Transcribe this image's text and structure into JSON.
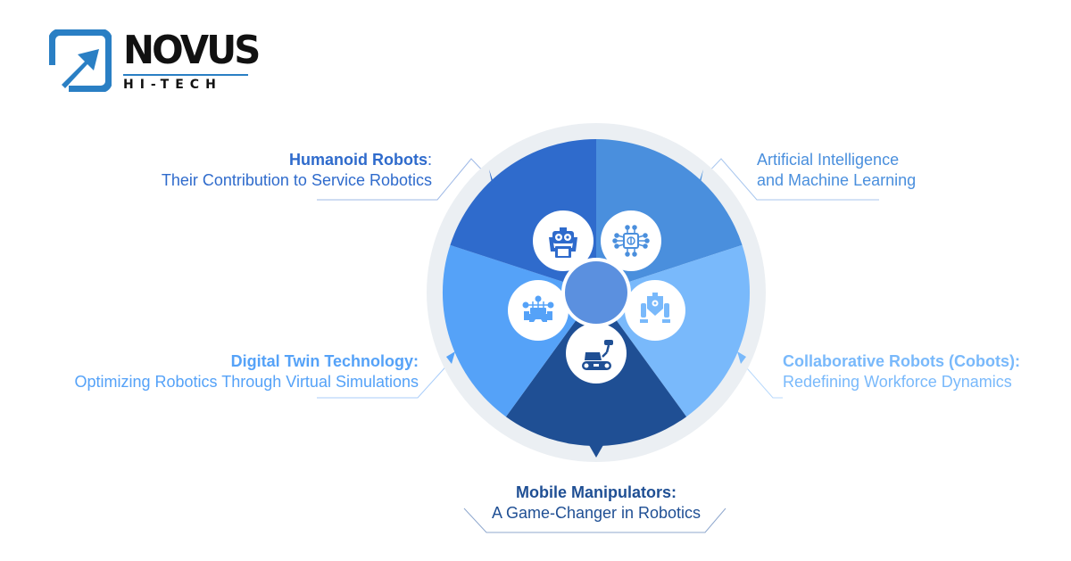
{
  "brand": {
    "name": "NOVUS",
    "tagline": "HI-TECH",
    "mark_color": "#2A7FC4"
  },
  "diagram": {
    "center_color": "#5B90DF",
    "ring_color": "#EBEFF3",
    "segments": [
      {
        "id": "humanoid",
        "title": "Humanoid Robots",
        "title_suffix": ":",
        "subtitle": "Their Contribution to Service Robotics",
        "color": "#2F6BCC",
        "icon": "humanoid-robot-icon"
      },
      {
        "id": "ai",
        "title": "Artificial Intelligence",
        "subtitle": "and Machine Learning",
        "color": "#4A8FDD",
        "icon": "ai-chip-brain-icon"
      },
      {
        "id": "cobots",
        "title": "Collaborative Robots (Cobots):",
        "subtitle": "Redefining Workforce Dynamics",
        "color": "#79B9FB",
        "icon": "cobot-icon"
      },
      {
        "id": "mobile",
        "title": "Mobile Manipulators:",
        "subtitle": "A Game-Changer in Robotics",
        "color": "#1F4F94",
        "icon": "mobile-manipulator-icon"
      },
      {
        "id": "digital-twin",
        "title": "Digital Twin Technology:",
        "subtitle": "Optimizing Robotics Through Virtual Simulations",
        "color": "#55A2F8",
        "icon": "digital-twin-icon"
      }
    ]
  }
}
